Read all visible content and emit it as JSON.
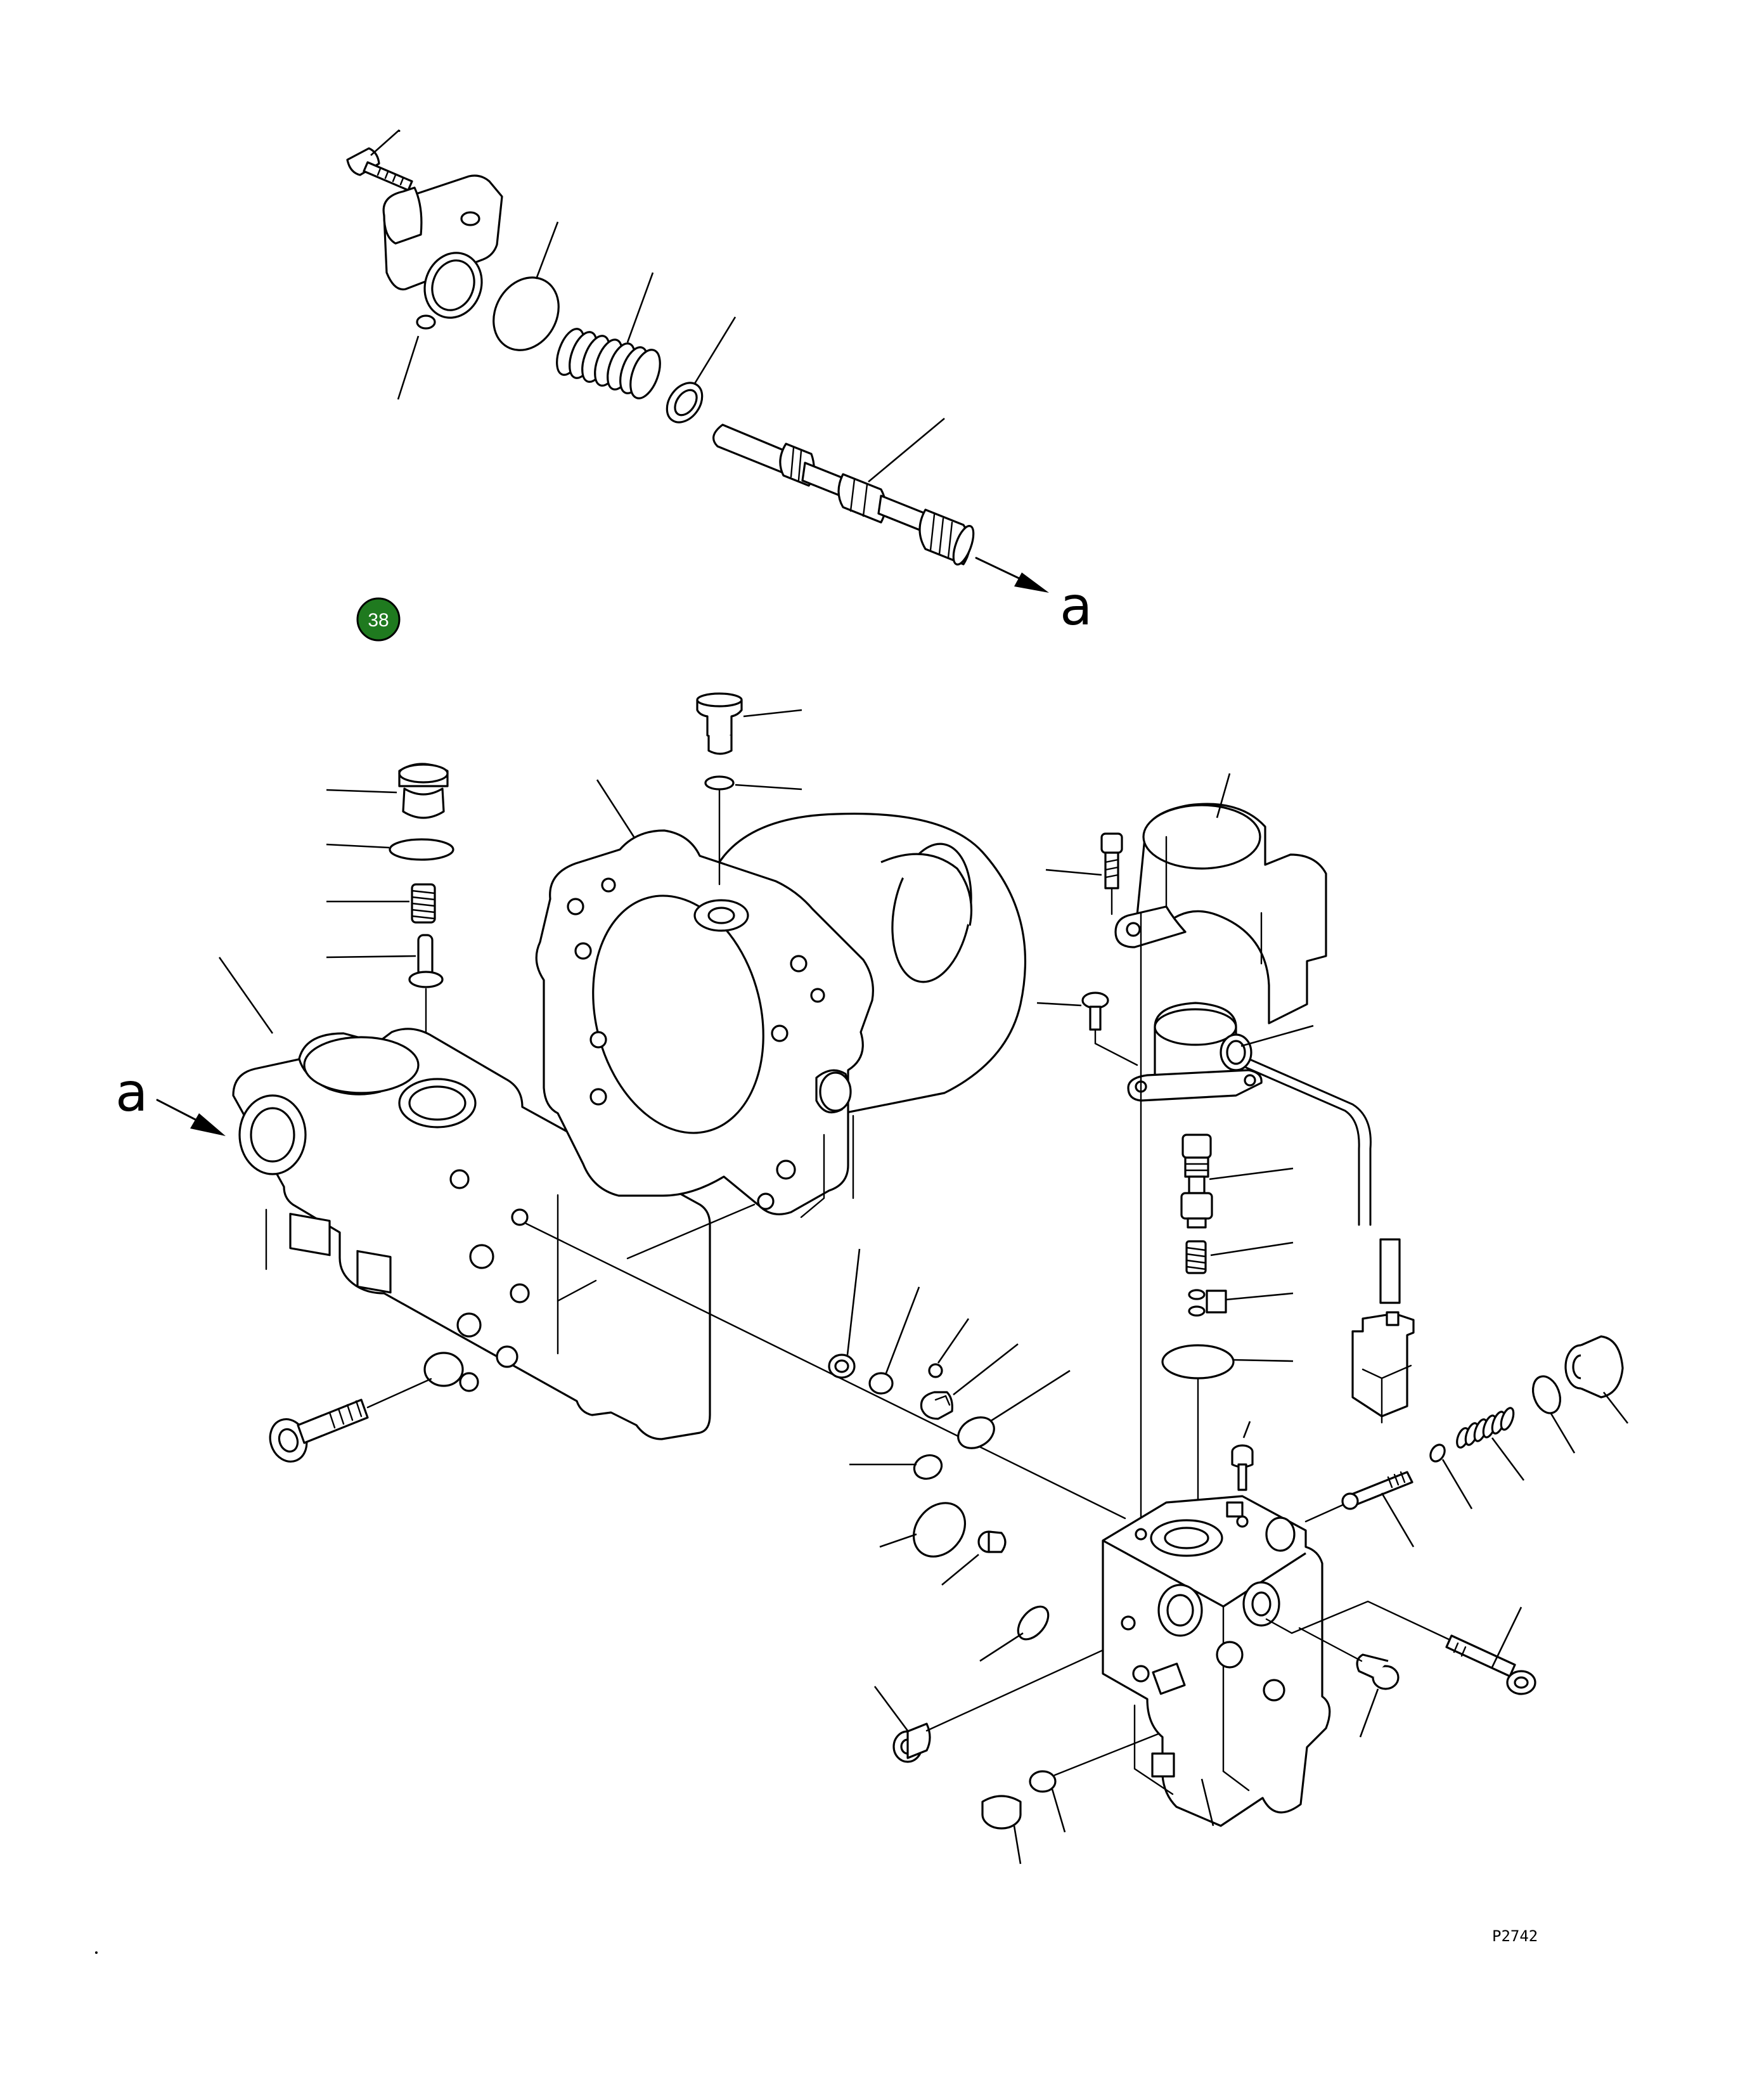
{
  "diagram": {
    "callout_number": "38",
    "callout_color": "#1f7a1f",
    "reference_letter_top": "a",
    "reference_letter_left": "a",
    "drawing_code": "P2742",
    "line_color": "#000000",
    "background_color": "#ffffff"
  }
}
